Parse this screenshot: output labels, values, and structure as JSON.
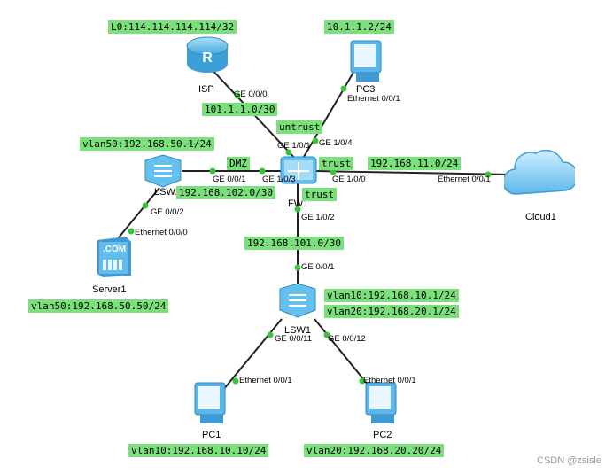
{
  "devices": {
    "isp": {
      "name": "ISP"
    },
    "pc3": {
      "name": "PC3"
    },
    "fw1": {
      "name": "FW1"
    },
    "lsw2": {
      "name": "LSW2"
    },
    "server1": {
      "name": "Server1",
      "logo": ".COM"
    },
    "cloud1": {
      "name": "Cloud1"
    },
    "lsw1": {
      "name": "LSW1"
    },
    "pc1": {
      "name": "PC1"
    },
    "pc2": {
      "name": "PC2"
    }
  },
  "labels": {
    "isp_loopback": "L0:114.114.114.114/32",
    "pc3_ip": "10.1.1.2/24",
    "isp_link": "101.1.1.0/30",
    "untrust": "untrust",
    "lsw2_vlanif": "vlan50:192.168.50.1/24",
    "dmz": "DMZ",
    "trust_upper": "trust",
    "cloud_net": "192.168.11.0/24",
    "dmz_link": "192.168.102.0/30",
    "trust_lower": "trust",
    "lsw1_link": "192.168.101.0/30",
    "lsw1_vlanif10": "vlan10:192.168.10.1/24",
    "lsw1_vlanif20": "vlan20:192.168.20.1/24",
    "server_ip": "vlan50:192.168.50.50/24",
    "pc1_ip": "vlan10:192.168.10.10/24",
    "pc2_ip": "vlan20:192.168.20.20/24"
  },
  "ports": {
    "isp_ge000": "GE 0/0/0",
    "pc3_eth": "Ethernet 0/0/1",
    "fw_ge101": "GE 1/0/1",
    "fw_ge104": "GE 1/0/4",
    "lsw2_ge001": "GE 0/0/1",
    "fw_ge103": "GE 1/0/3",
    "fw_ge100": "GE 1/0/0",
    "cloud_eth": "Ethernet 0/0/1",
    "lsw2_ge002": "GE 0/0/2",
    "server_eth": "Ethernet 0/0/0",
    "fw_ge102": "GE 1/0/2",
    "lsw1_ge001": "GE 0/0/1",
    "lsw1_ge0011": "GE 0/0/11",
    "lsw1_ge0012": "GE 0/0/12",
    "pc1_eth": "Ethernet 0/0/1",
    "pc2_eth": "Ethernet 0/0/1"
  },
  "watermark": "CSDN @zsisle",
  "colors": {
    "label_bg": "#7be07b",
    "device_blue": "#6ec3ef",
    "link": "#000000",
    "port_dot": "#39c539"
  }
}
